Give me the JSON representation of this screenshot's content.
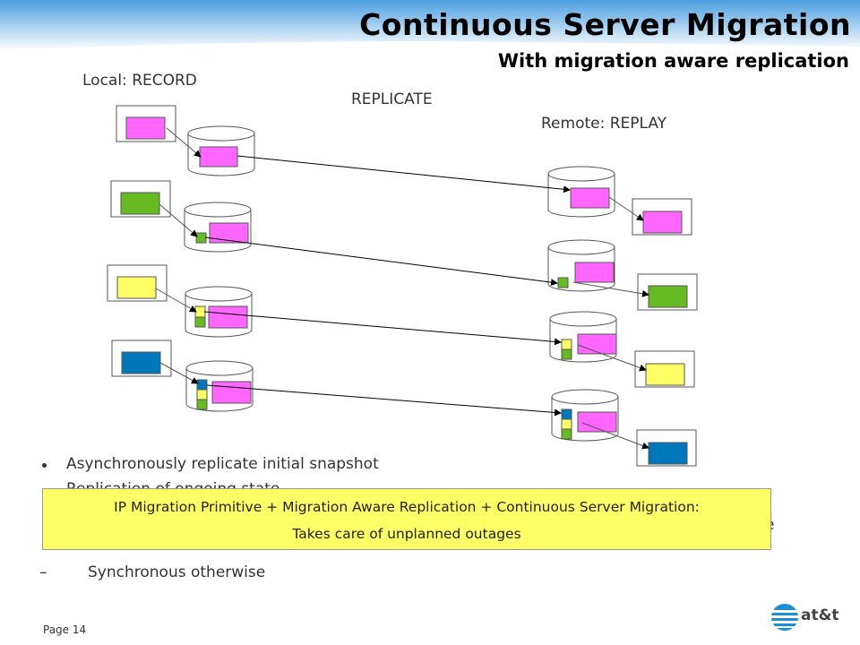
{
  "title": "Continuous Server Migration",
  "subtitle": "With migration aware replication",
  "labels": {
    "local": "Local: RECORD",
    "replicate": "REPLICATE",
    "remote": "Remote: REPLAY"
  },
  "bullets": {
    "b1": "Asynchronously  replicate initial snapshot",
    "b2_partial": "Replication of ongoing state",
    "b3_tail": "e",
    "b4": "Synchronous otherwise"
  },
  "callout": {
    "line1": "IP Migration Primitive + Migration Aware Replication + Continuous Server Migration:",
    "line2": "Takes care of unplanned outages"
  },
  "footer": {
    "page": "Page 14",
    "logo_text": "at&t"
  },
  "colors": {
    "magenta": "#ff66ff",
    "green": "#66bb22",
    "yellow": "#ffff66",
    "blue": "#0077bb",
    "header_blue": "#5aa6e0"
  }
}
